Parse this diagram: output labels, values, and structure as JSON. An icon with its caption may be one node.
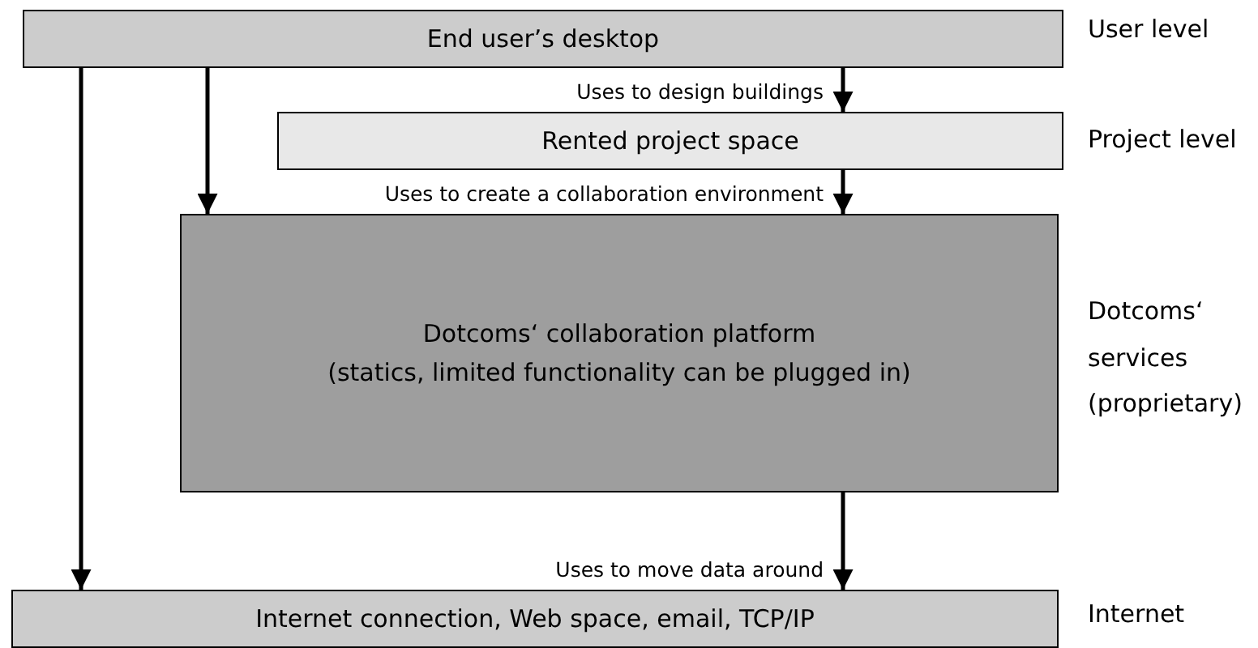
{
  "diagram": {
    "nodes": [
      {
        "text": [
          "End user’s desktop"
        ]
      },
      {
        "text": [
          "Rented project space"
        ]
      },
      {
        "text": [
          "Dotcoms‘ collaboration platform",
          "(statics, limited functionality can be plugged in)"
        ]
      },
      {
        "text": [
          "Internet connection, Web space, email, TCP/IP"
        ]
      }
    ],
    "edges": [
      {
        "from": 0,
        "to": 1,
        "arrow": "to",
        "label": "Uses to design buildings"
      },
      {
        "from": 1,
        "to": 2,
        "arrow": "to",
        "label": "Uses to create a collaboration environment"
      },
      {
        "from": 0,
        "to": 2,
        "arrow": "to"
      },
      {
        "from": 0,
        "to": 3,
        "arrow": "to"
      },
      {
        "from": 2,
        "to": 3,
        "arrow": "to",
        "label": "Uses to move data around"
      }
    ],
    "labels": [
      "User level",
      "Project level",
      "Dotcoms‘ services (proprietary)",
      "Internet"
    ]
  }
}
